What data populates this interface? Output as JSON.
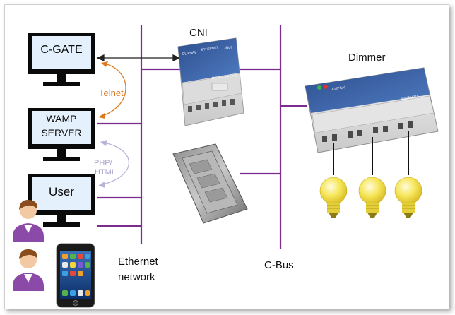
{
  "monitors": {
    "cgate": "C-GATE",
    "wamp_line1": "WAMP",
    "wamp_line2": "SERVER",
    "user": "User"
  },
  "arrows": {
    "telnet": "Telnet",
    "php_line1": "PHP/",
    "php_line2": "HTML"
  },
  "labels": {
    "cni": "CNI",
    "dimmer": "Dimmer",
    "ethernet_line1": "Ethernet",
    "ethernet_line2": "network",
    "cbus": "C-Bus"
  },
  "device_text": {
    "cni_brand": "CLIPSAL",
    "cni_model": "ETHERNET",
    "cni_bus": "C-Bus",
    "cni_name": "Network Interface",
    "dimmer_brand": "CLIPSAL",
    "dimmer_warning": "WARNING"
  },
  "colors": {
    "network_line": "#7b2c8e",
    "monitor_screen": "#e4f0fb",
    "monitor_frame": "#0a0a0a",
    "telnet_arrow": "#e07a1e",
    "php_arrow": "#b9b3d6",
    "bulb": "#f4e24a"
  }
}
